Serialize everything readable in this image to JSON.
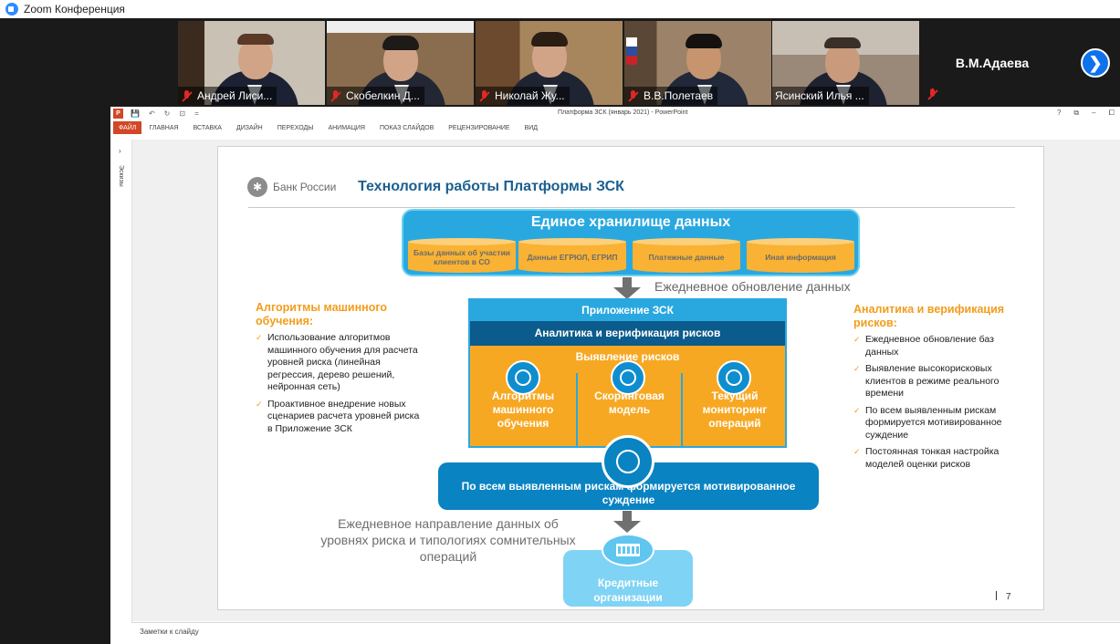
{
  "window": {
    "title": "Zoom Конференция"
  },
  "participants": [
    {
      "name": "Андрей Лиси..."
    },
    {
      "name": "Скобелкин Д..."
    },
    {
      "name": "Николай Жу..."
    },
    {
      "name": "В.В.Полетаев"
    },
    {
      "name": "Ясинский Илья ..."
    }
  ],
  "active_speaker": {
    "name": "В.М.Адаева"
  },
  "next_arrow": "❯",
  "ppt": {
    "doc_title": "Платформа ЗСК (январь 2021) - PowerPoint",
    "app_letter": "P",
    "win_controls": [
      "?",
      "⧉",
      "–",
      "⧠"
    ],
    "qat": [
      "💾",
      "↶",
      "↻",
      "⊡",
      "="
    ],
    "tabs": [
      "ФАЙЛ",
      "ГЛАВНАЯ",
      "ВСТАВКА",
      "ДИЗАЙН",
      "ПЕРЕХОДЫ",
      "АНИМАЦИЯ",
      "ПОКАЗ СЛАЙДОВ",
      "РЕЦЕНЗИРОВАНИЕ",
      "ВИД"
    ],
    "thumb_label": "Эскизы",
    "thumb_chevron": "›",
    "notes_placeholder": "Заметки к слайду"
  },
  "slide": {
    "bank_name": "Банк России",
    "title": "Технология работы Платформы ЗСК",
    "storage": {
      "title": "Единое хранилище данных",
      "items": [
        "Базы данных об участии клиентов в СО",
        "Данные ЕГРЮЛ, ЕГРИП",
        "Платежные данные",
        "Иная информация"
      ]
    },
    "daily_update": "Ежедневное обновление данных",
    "app_title": "Приложение ЗСК",
    "analytics": "Аналитика и верификация рисков",
    "detection": "Выявление рисков",
    "columns": [
      "Алгоритмы машинного обучения",
      "Скоринговая модель",
      "Текущий мониторинг операций"
    ],
    "judgment": "По всем выявленным рискам формируется мотивированное суждение",
    "daily_direction": "Ежедневное направление данных об уровнях риска и типологиях сомнительных операций",
    "credit_orgs": "Кредитные организации",
    "left": {
      "title": "Алгоритмы машинного обучения:",
      "bullets": [
        "Использование алгоритмов машинного обучения для расчета уровней риска (линейная регрессия, дерево решений, нейронная сеть)",
        "Проактивное внедрение новых сценариев расчета уровней риска в Приложение ЗСК"
      ]
    },
    "right": {
      "title": "Аналитика и верификация рисков:",
      "bullets": [
        "Ежедневное обновление баз данных",
        "Выявление высокорисковых клиентов в режиме реального времени",
        "По всем выявленным рискам формируется мотивированное суждение",
        "Постоянная тонкая настройка моделей оценки рисков"
      ]
    },
    "page_number": "7"
  }
}
